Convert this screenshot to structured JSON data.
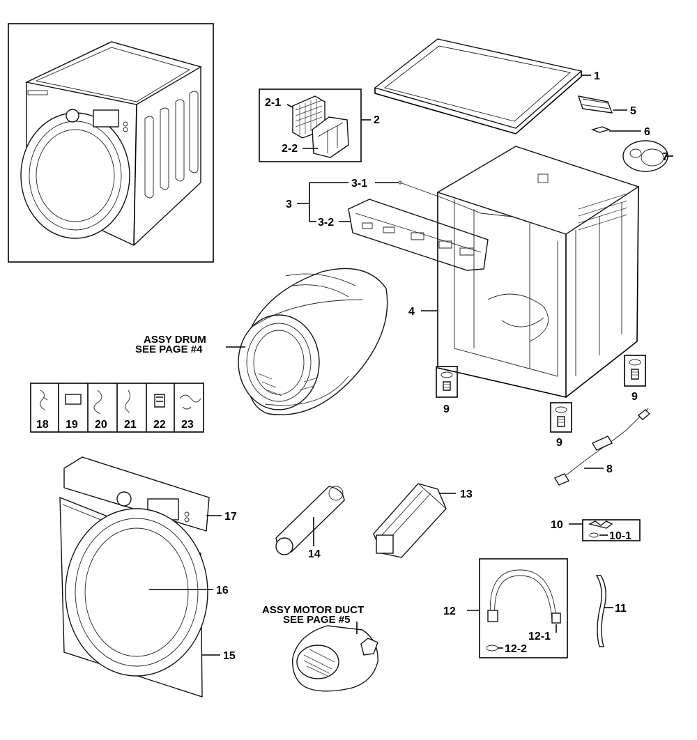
{
  "callouts": {
    "c1": "1",
    "c2": "2",
    "c2_1": "2-1",
    "c2_2": "2-2",
    "c3": "3",
    "c3_1": "3-1",
    "c3_2": "3-2",
    "c4": "4",
    "c5": "5",
    "c6": "6",
    "c7": "7",
    "c8": "8",
    "c9a": "9",
    "c9b": "9",
    "c9c": "9",
    "c10": "10",
    "c10_1": "10-1",
    "c11": "11",
    "c12": "12",
    "c12_1": "12-1",
    "c12_2": "12-2",
    "c13": "13",
    "c14": "14",
    "c15": "15",
    "c16": "16",
    "c17": "17"
  },
  "notes": {
    "drum_line1": "ASSY DRUM",
    "drum_line2": "SEE PAGE #4",
    "motor_line1": "ASSY MOTOR DUCT",
    "motor_line2": "SEE PAGE #5"
  },
  "accessories": [
    "18",
    "19",
    "20",
    "21",
    "22",
    "23"
  ]
}
